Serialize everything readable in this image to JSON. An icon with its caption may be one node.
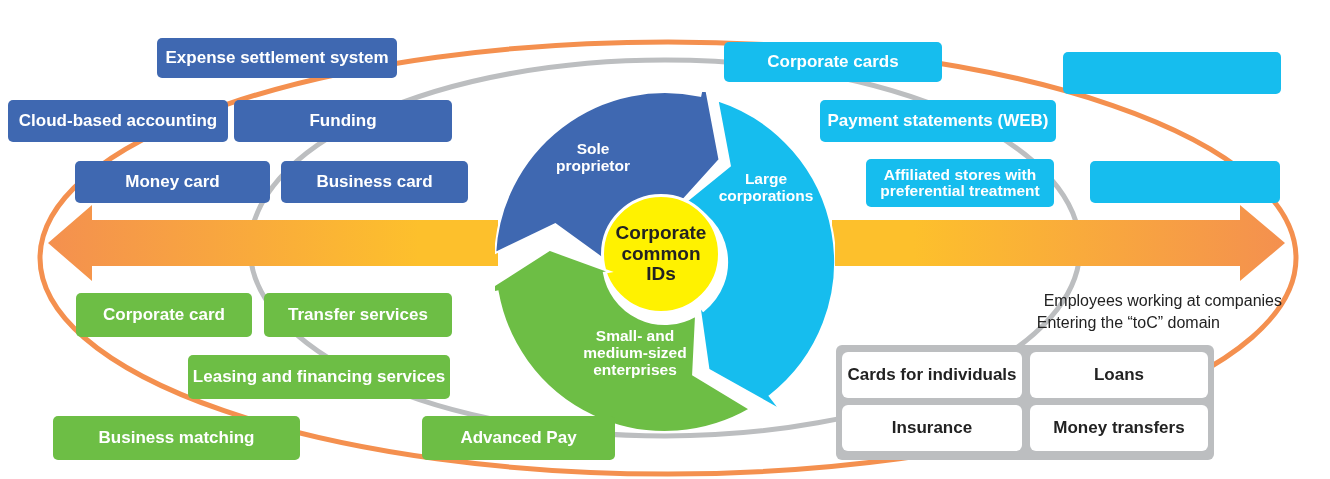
{
  "diagram": {
    "nodes": [
      {
        "text": [
          "Expense settlement system"
        ]
      },
      {
        "text": [
          "Cloud-based accounting"
        ]
      },
      {
        "text": [
          "Funding"
        ]
      },
      {
        "text": [
          "Money card"
        ]
      },
      {
        "text": [
          "Business card"
        ]
      },
      {
        "text": [
          "Corporate cards"
        ]
      },
      {
        "text": [],
        "shape": "box"
      },
      {
        "text": [
          "Payment statements (WEB)"
        ]
      },
      {
        "text": [
          "Affiliated stores with preferential treatment"
        ]
      },
      {
        "text": [],
        "shape": "box"
      },
      {
        "text": [
          "Sole proprietor"
        ]
      },
      {
        "text": [
          "Large corporations"
        ]
      },
      {
        "text": [
          "Corporate common IDs"
        ]
      },
      {
        "text": [
          "Small- and medium-sized enterprises"
        ]
      },
      {
        "text": [
          "Corporate card"
        ]
      },
      {
        "text": [
          "Transfer services"
        ]
      },
      {
        "text": [
          "Leasing and financing services"
        ]
      },
      {
        "text": [
          "Business matching"
        ]
      },
      {
        "text": [
          "Advanced Pay"
        ]
      },
      {
        "text": [
          "Employees working at companies",
          "Entering the “toC” domain"
        ]
      },
      {
        "text": [
          "Cards for individuals"
        ],
        "in": 19
      },
      {
        "text": [
          "Loans"
        ],
        "in": 19
      },
      {
        "text": [
          "Insurance"
        ],
        "in": 19
      },
      {
        "text": [
          "Money transfers"
        ],
        "in": 19
      }
    ]
  }
}
